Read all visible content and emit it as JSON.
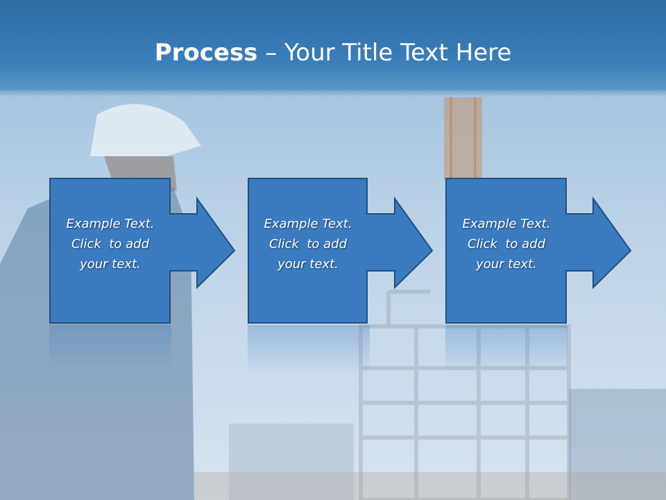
{
  "slide": {
    "title_bold": "Process",
    "title_rest": " – Your Title Text Here"
  },
  "steps": [
    {
      "line1": "Example Text.",
      "line2": "Click  to add",
      "line3": "your text."
    },
    {
      "line1": "Example Text.",
      "line2": "Click  to add",
      "line3": "your text."
    },
    {
      "line1": "Example Text.",
      "line2": "Click  to add",
      "line3": "your text."
    }
  ],
  "colors": {
    "box_fill": "#3a7cbf",
    "box_stroke": "#1f4f80",
    "title_band": "#2f6ea8",
    "text": "#ffffff"
  }
}
